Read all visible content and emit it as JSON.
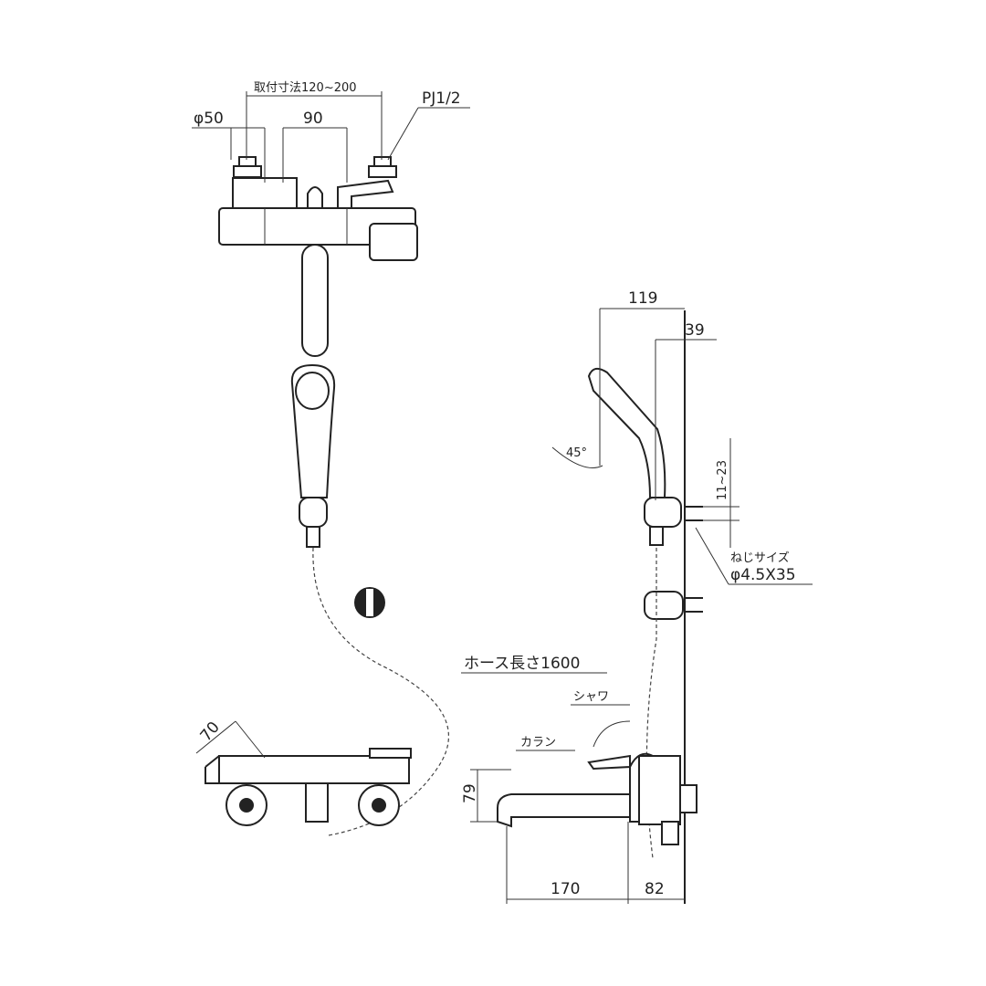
{
  "top_view": {
    "mount_span_label": "取付寸法120~200",
    "diameter_label": "φ50",
    "center_label": "90",
    "thread_label": "PJ1/2"
  },
  "side_view": {
    "depth_total": "119",
    "depth_head": "39",
    "angle": "45°",
    "bracket_range": "11~23",
    "screw_label": "ねじサイズ",
    "screw_size": "φ4.5X35",
    "hose_length": "ホース長さ1600",
    "shower_label": "シャワ",
    "spout_label": "カラン",
    "height": "79",
    "spout_length": "170",
    "wall_offset": "82"
  },
  "bottom_view": {
    "depth": "70"
  }
}
